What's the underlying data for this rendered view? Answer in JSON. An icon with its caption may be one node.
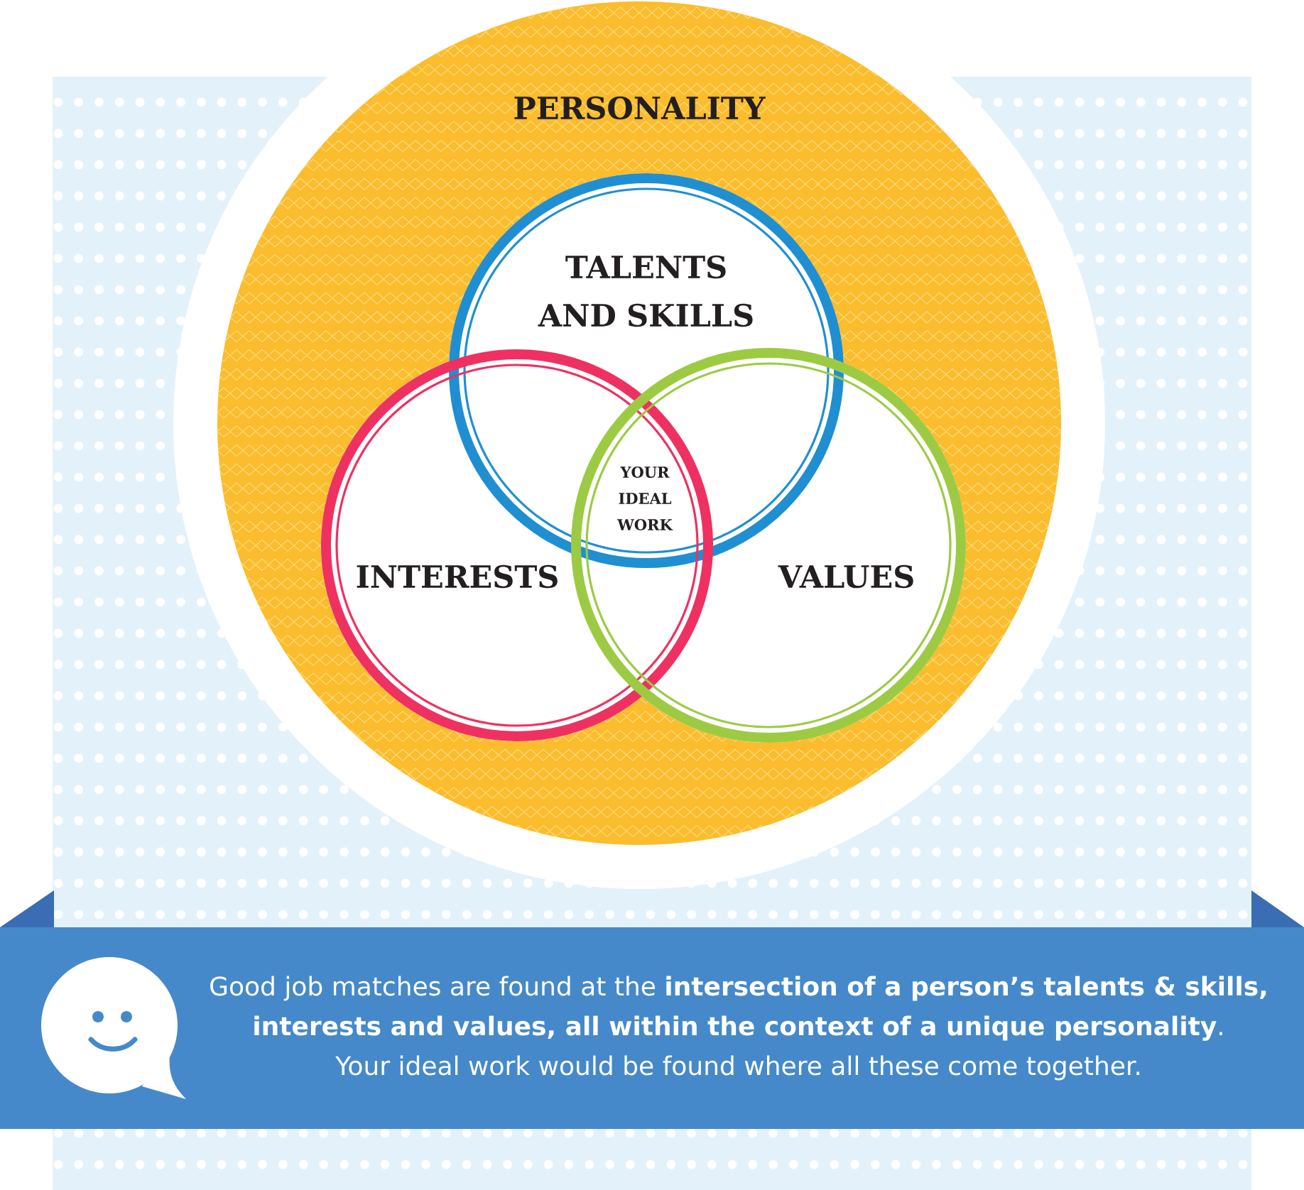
{
  "diagram": {
    "nodes": [
      {
        "text": [
          "PERSONALITY"
        ]
      },
      {
        "text": [
          "TALENTS AND SKILLS"
        ],
        "in": 0
      },
      {
        "text": [
          "INTERESTS"
        ],
        "in": 0
      },
      {
        "text": [
          "VALUES"
        ],
        "in": 0
      },
      {
        "text": [
          "Good job matches are found at the **intersection of a person’s talents & skills, interests and values, all within the context of a unique personality**.",
          "Your ideal work would be found where all these come together."
        ]
      }
    ],
    "labels": [
      "YOUR IDEAL WORK"
    ]
  }
}
